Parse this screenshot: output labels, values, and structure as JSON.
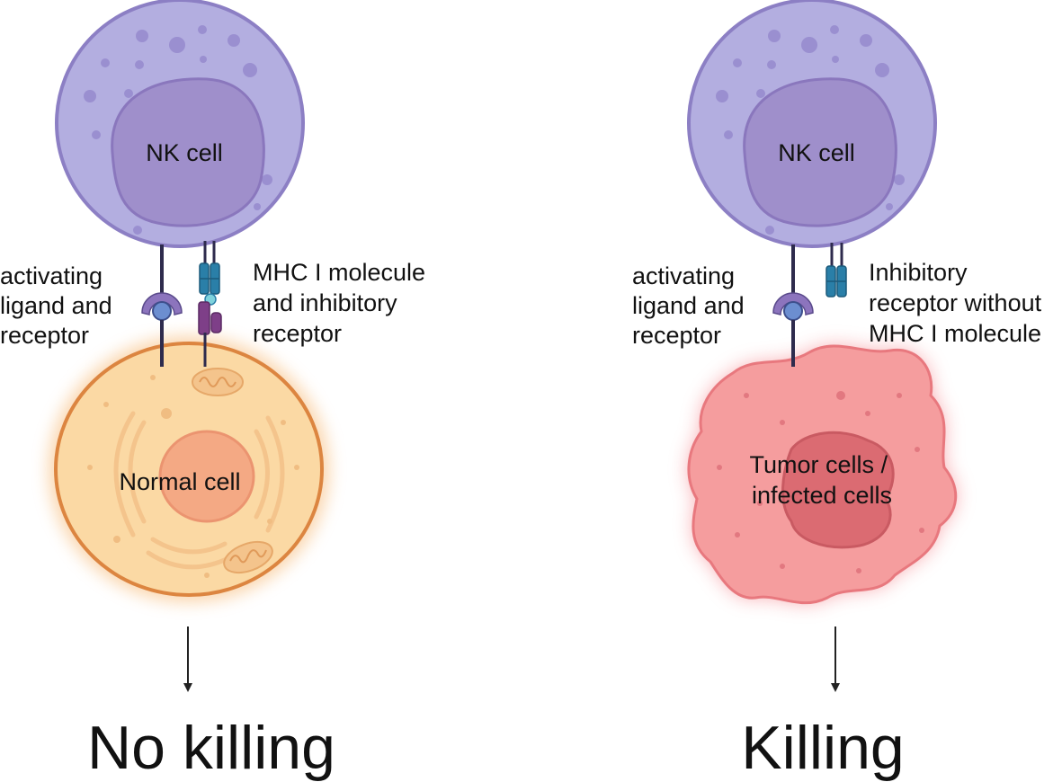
{
  "left_panel": {
    "nk_label": "NK cell",
    "activating_label": [
      "activating",
      "ligand and",
      "receptor"
    ],
    "inhibitory_label": [
      "MHC I molecule",
      "and inhibitory",
      "receptor"
    ],
    "target_label": "Normal cell",
    "outcome": "No killing"
  },
  "right_panel": {
    "nk_label": "NK cell",
    "activating_label": [
      "activating",
      "ligand and",
      "receptor"
    ],
    "inhibitory_label": [
      "Inhibitory",
      "receptor without",
      "MHC I molecule"
    ],
    "target_label": [
      "Tumor cells /",
      "infected cells"
    ],
    "outcome": "Killing"
  },
  "colors": {
    "nk_cell": "#b3aee0",
    "nk_outline": "#8c7fc4",
    "nk_nucleus": "#9f8fcb",
    "normal_cell": "#fbd9a4",
    "normal_outline": "#dc8540",
    "normal_nucleus": "#f4a984",
    "tumor_cell": "#f59d9e",
    "tumor_nucleus": "#db6b72",
    "receptor_blue": "#2a7fa8",
    "ligand_purple": "#7e3f88",
    "activating_purple": "#8c74bd",
    "activating_ligand": "#6c8ed0"
  }
}
